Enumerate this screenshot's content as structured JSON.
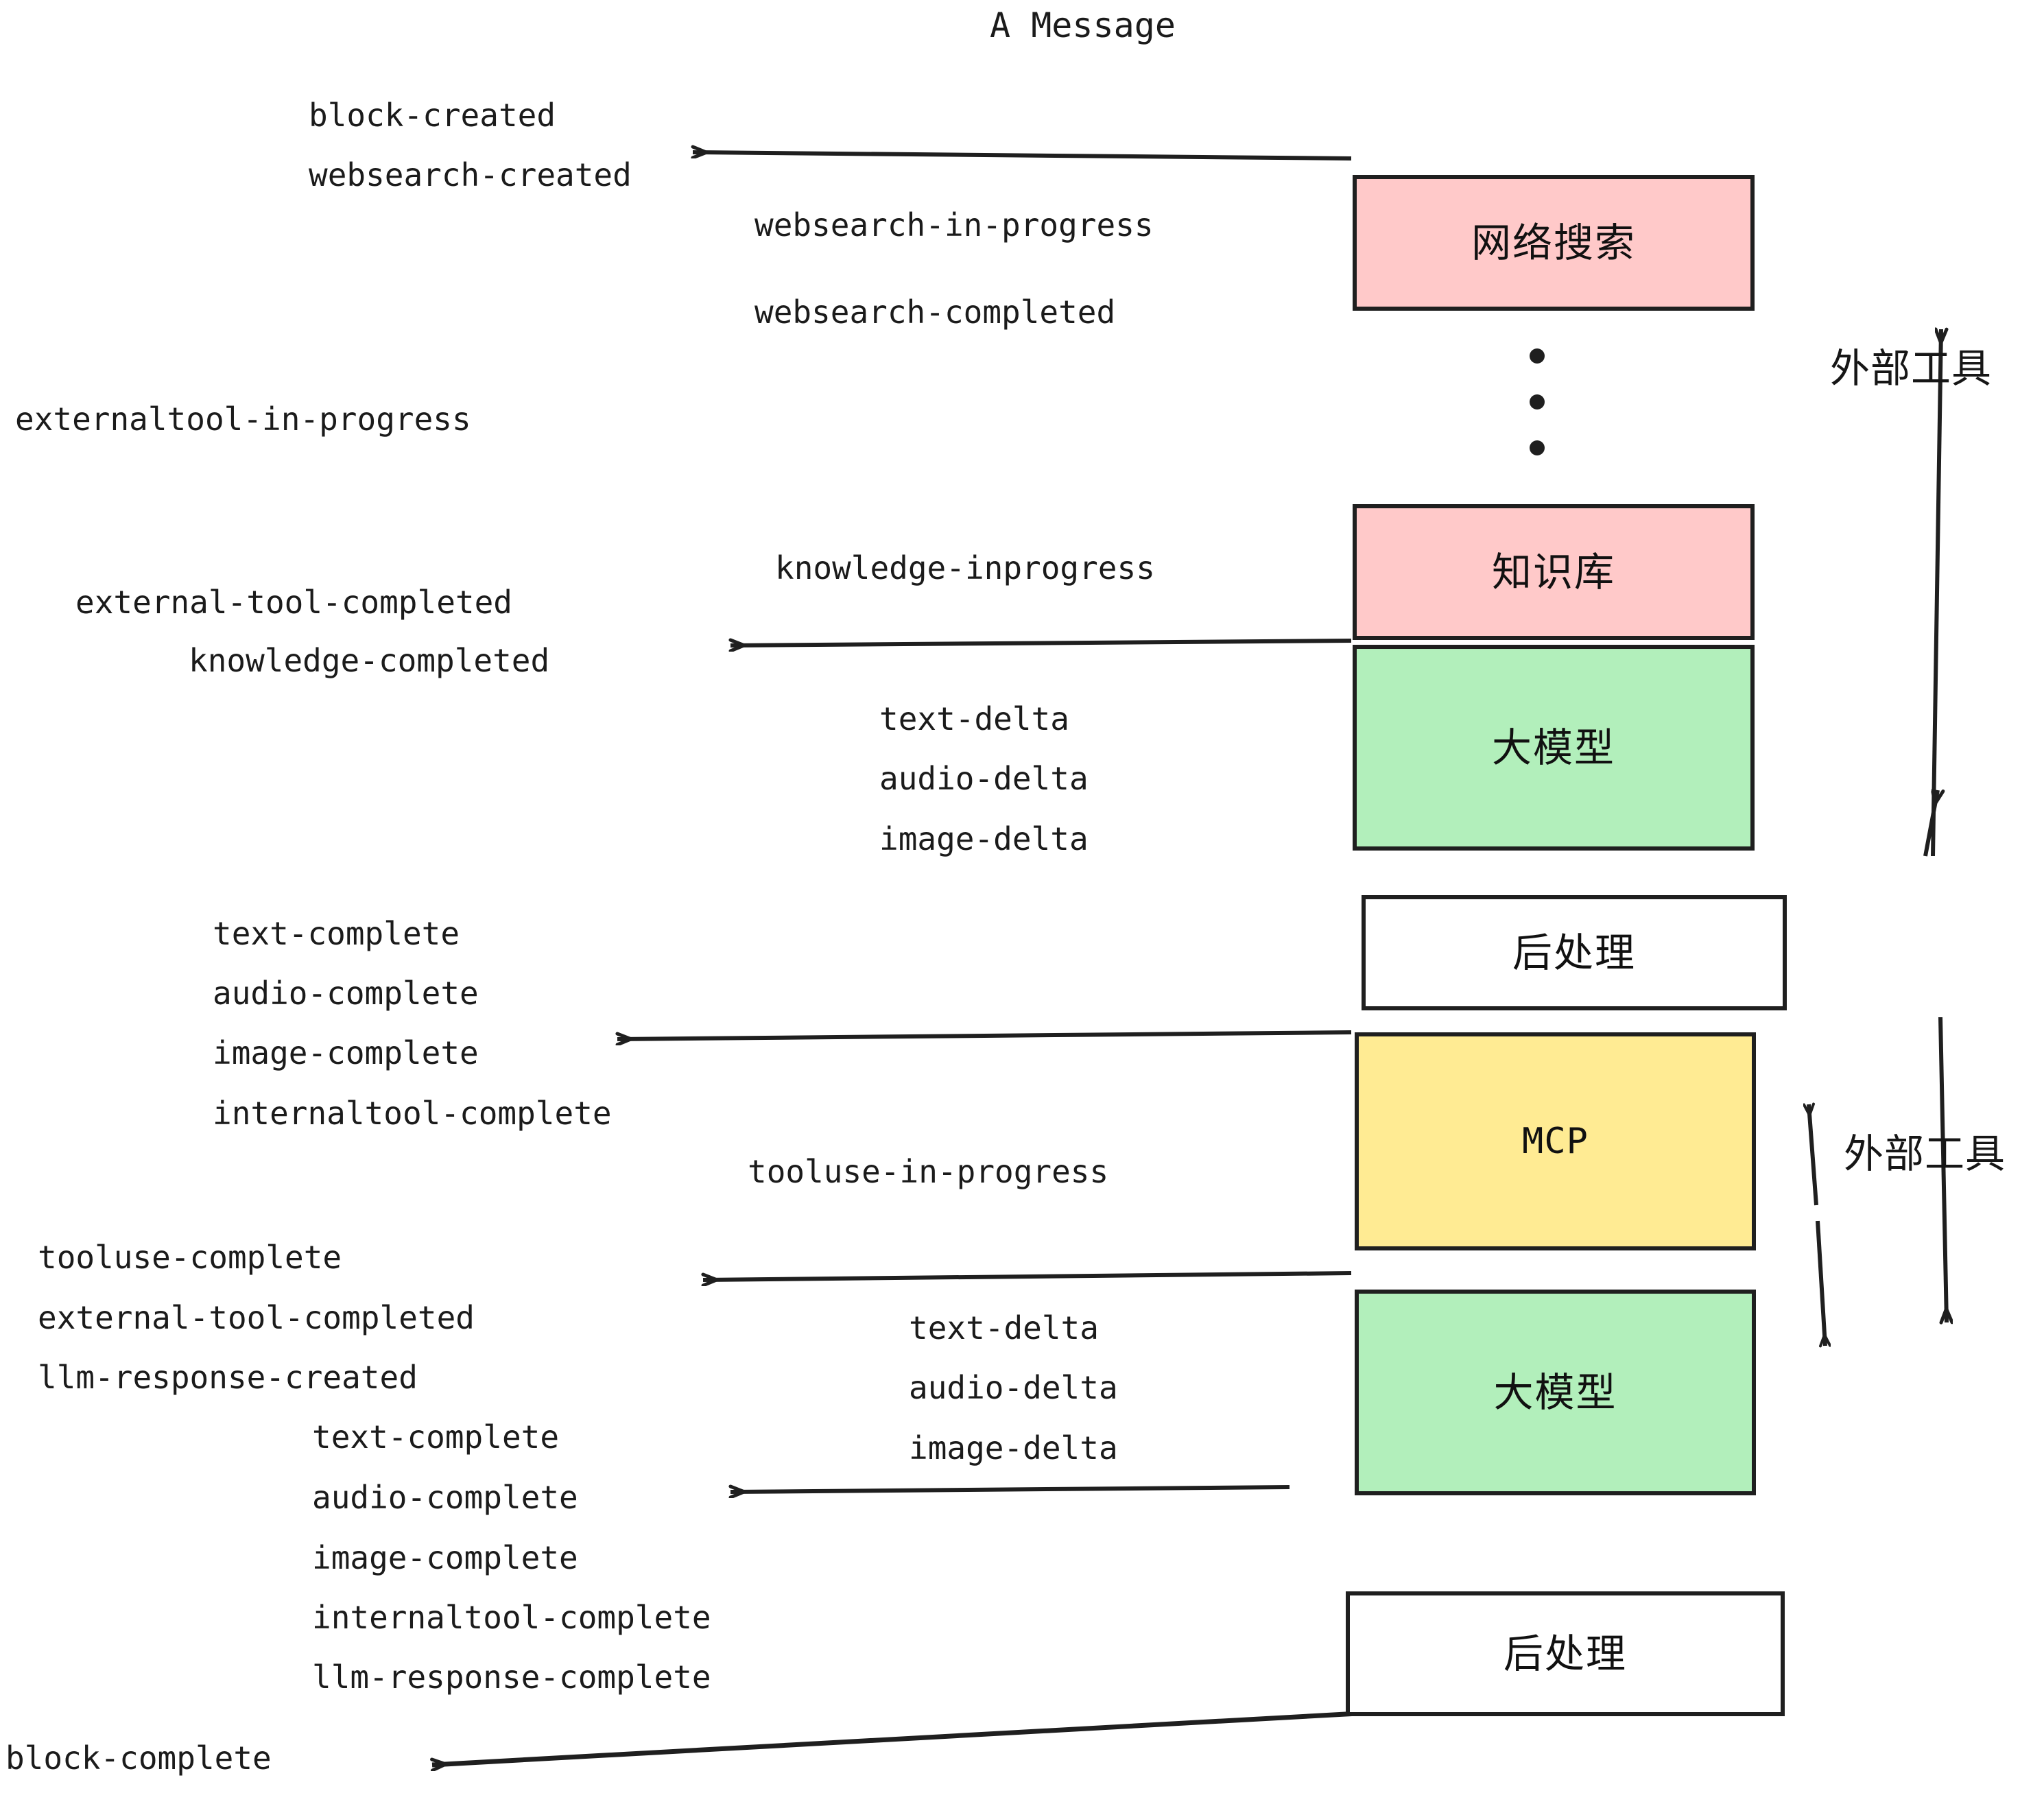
{
  "title": "A Message",
  "colors": {
    "pink": "#ffc9c9",
    "green": "#b2efbb",
    "yellow": "#ffeb93",
    "white": "#ffffff",
    "stroke": "#1f1f1f",
    "text": "#1b1b1b",
    "background": "#ffffff"
  },
  "nodes": [
    {
      "id": "websearch",
      "label": "网络搜索",
      "fill": "#ffc9c9"
    },
    {
      "id": "knowledge",
      "label": "知识库",
      "fill": "#ffc9c9"
    },
    {
      "id": "llm-top",
      "label": "大模型",
      "fill": "#b2efbb"
    },
    {
      "id": "postprocess-top",
      "label": "后处理",
      "fill": "#ffffff"
    },
    {
      "id": "mcp",
      "label": "MCP",
      "fill": "#ffeb93"
    },
    {
      "id": "llm-bottom",
      "label": "大模型",
      "fill": "#b2efbb"
    },
    {
      "id": "postprocess-bottom",
      "label": "后处理",
      "fill": "#ffffff"
    }
  ],
  "side_annotations": [
    {
      "id": "external-tools-top",
      "label": "外部工具"
    },
    {
      "id": "external-tools-bottom",
      "label": "外部工具"
    }
  ],
  "events": {
    "block_created": "block-created",
    "websearch_created": "websearch-created",
    "websearch_in_progress": "websearch-in-progress",
    "websearch_completed": "websearch-completed",
    "externaltool_in_progress": "externaltool-in-progress",
    "knowledge_inprogress": "knowledge-inprogress",
    "external_tool_completed_1": "external-tool-completed",
    "knowledge_completed": "knowledge-completed",
    "text_delta_1": "text-delta",
    "audio_delta_1": "audio-delta",
    "image_delta_1": "image-delta",
    "text_complete_1": "text-complete",
    "audio_complete_1": "audio-complete",
    "image_complete_1": "image-complete",
    "internaltool_complete_1": "internaltool-complete",
    "tooluse_in_progress": "tooluse-in-progress",
    "tooluse_complete": "tooluse-complete",
    "external_tool_completed_2": "external-tool-completed",
    "llm_response_created": "llm-response-created",
    "text_delta_2": "text-delta",
    "audio_delta_2": "audio-delta",
    "image_delta_2": "image-delta",
    "text_complete_2": "text-complete",
    "audio_complete_2": "audio-complete",
    "image_complete_2": "image-complete",
    "internaltool_complete_2": "internaltool-complete",
    "llm_response_complete": "llm-response-complete",
    "block_complete": "block-complete"
  }
}
